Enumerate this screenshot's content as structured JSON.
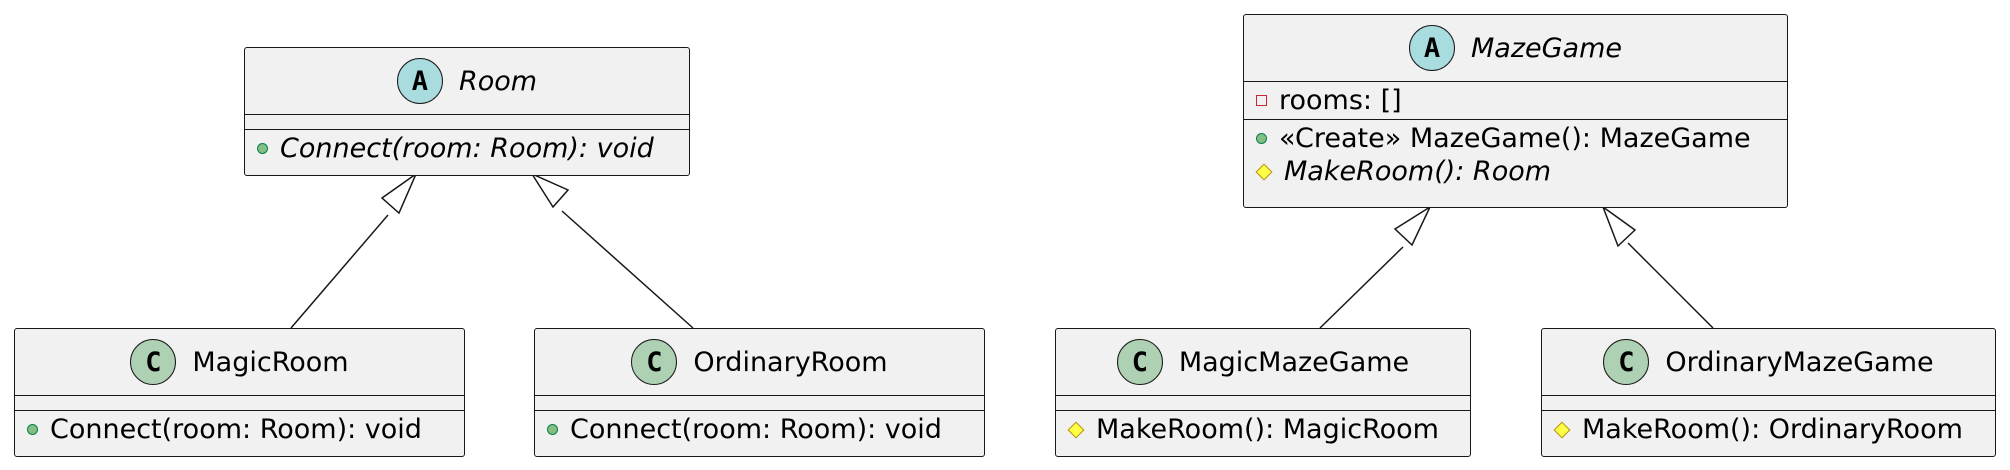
{
  "classes": {
    "room": {
      "name": "Room",
      "stereotype_letter": "A",
      "kind": "abstract",
      "fields": [],
      "methods": [
        {
          "visibility": "public",
          "text": "Connect(room: Room): void",
          "abstract": true
        }
      ]
    },
    "magic_room": {
      "name": "MagicRoom",
      "stereotype_letter": "C",
      "kind": "class",
      "fields": [],
      "methods": [
        {
          "visibility": "public",
          "text": "Connect(room: Room): void",
          "abstract": false
        }
      ]
    },
    "ordinary_room": {
      "name": "OrdinaryRoom",
      "stereotype_letter": "C",
      "kind": "class",
      "fields": [],
      "methods": [
        {
          "visibility": "public",
          "text": "Connect(room: Room): void",
          "abstract": false
        }
      ]
    },
    "maze_game": {
      "name": "MazeGame",
      "stereotype_letter": "A",
      "kind": "abstract",
      "fields": [
        {
          "visibility": "private",
          "text": "rooms: []"
        }
      ],
      "methods": [
        {
          "visibility": "public",
          "text": "«Create» MazeGame(): MazeGame",
          "abstract": false
        },
        {
          "visibility": "protected",
          "text": "MakeRoom(): Room",
          "abstract": true
        }
      ]
    },
    "magic_maze_game": {
      "name": "MagicMazeGame",
      "stereotype_letter": "C",
      "kind": "class",
      "fields": [],
      "methods": [
        {
          "visibility": "protected",
          "text": "MakeRoom(): MagicRoom",
          "abstract": false
        }
      ]
    },
    "ordinary_maze_game": {
      "name": "OrdinaryMazeGame",
      "stereotype_letter": "C",
      "kind": "class",
      "fields": [],
      "methods": [
        {
          "visibility": "protected",
          "text": "MakeRoom(): OrdinaryRoom",
          "abstract": false
        }
      ]
    }
  },
  "relations": [
    {
      "type": "inheritance",
      "from": "MagicRoom",
      "to": "Room"
    },
    {
      "type": "inheritance",
      "from": "OrdinaryRoom",
      "to": "Room"
    },
    {
      "type": "inheritance",
      "from": "MagicMazeGame",
      "to": "MazeGame"
    },
    {
      "type": "inheritance",
      "from": "OrdinaryMazeGame",
      "to": "MazeGame"
    }
  ],
  "colors": {
    "box_fill": "#f1f1f1",
    "border": "#181818",
    "abstract_badge": "#a9dcdf",
    "class_badge": "#add1b2",
    "public_marker": "#84be84",
    "private_marker": "#c82930",
    "protected_marker": "#ffff44"
  }
}
